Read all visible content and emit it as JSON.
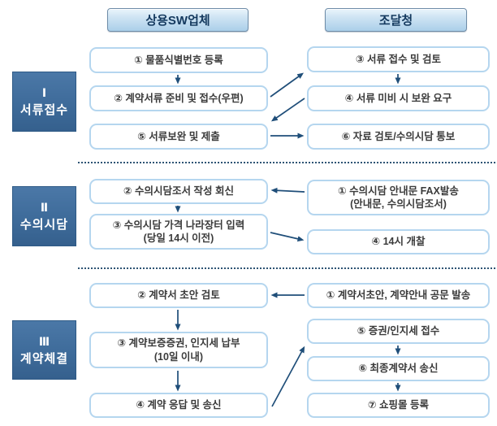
{
  "columns": {
    "left": "상용SW업체",
    "right": "조달청"
  },
  "phases": [
    {
      "numeral": "Ⅰ",
      "name": "서류접수"
    },
    {
      "numeral": "Ⅱ",
      "name": "수의시담"
    },
    {
      "numeral": "Ⅲ",
      "name": "계약체결"
    }
  ],
  "steps": {
    "p1l1": "① 물품식별번호 등록",
    "p1l2": "② 계약서류 준비 및 접수(우편)",
    "p1l3": "⑤ 서류보완 및 제출",
    "p1r1": "③ 서류 접수 및 검토",
    "p1r2": "④ 서류 미비 시 보완 요구",
    "p1r3": "⑥ 자료 검토/수의시담 통보",
    "p2l1": "② 수의시담조서 작성 회신",
    "p2l2a": "③ 수의시담 가격 나라장터 입력",
    "p2l2b": "(당일 14시 이전)",
    "p2r1a": "① 수의시담 안내문 FAX발송",
    "p2r1b": "(안내문, 수의시담조서)",
    "p2r2": "④ 14시 개찰",
    "p3l1": "② 계약서 초안 검토",
    "p3l2a": "③ 계약보증증권, 인지세 납부",
    "p3l2b": "(10일 이내)",
    "p3l3": "④ 계약 응답 및 송신",
    "p3r1": "① 계약서초안, 계약안내 공문 발송",
    "p3r2": "⑤ 증권/인지세 접수",
    "p3r3": "⑥ 최종계약서 송신",
    "p3r4": "⑦ 쇼핑몰 등록"
  },
  "colors": {
    "arrow": "#1f4e79",
    "phase_block": "#3e6b9a",
    "process_border": "#b5d6ef",
    "header_fill": "#bcd8ee"
  }
}
